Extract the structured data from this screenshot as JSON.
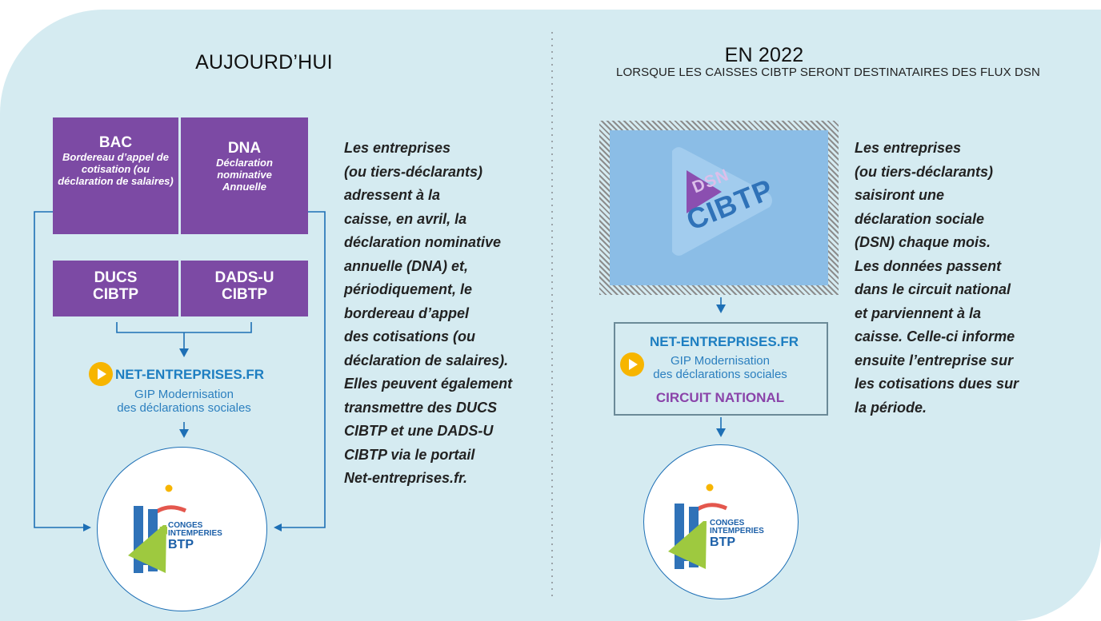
{
  "left": {
    "heading": "AUJOURD’HUI",
    "boxes": [
      {
        "title": "BAC",
        "subtitle": "Bordereau d’appel de cotisation (ou déclaration de salaires)"
      },
      {
        "title": "DNA",
        "subtitle": "Déclaration nominative Annuelle"
      },
      {
        "title": "DUCS\nCIBTP",
        "subtitle": ""
      },
      {
        "title": "DADS-U\nCIBTP",
        "subtitle": ""
      }
    ],
    "net_brand": "NET-ENTREPRISES.FR",
    "net_sub": "GIP Modernisation\ndes déclarations sociales",
    "description": "Les entreprises\n(ou tiers-déclarants)\nadressent à la\ncaisse, en avril, la\ndéclaration nominative\nannuelle (DNA) et,\npériodiquement, le\nbordereau d’appel\ndes cotisations (ou\ndéclaration de salaires).\nElles peuvent également\ntransmettre des DUCS\nCIBTP et une DADS-U\nCIBTP via le portail\nNet-entreprises.fr."
  },
  "right": {
    "heading": "EN 2022",
    "subheading": "LORSQUE LES CAISSES CIBTP SERONT DESTINATAIRES DES FLUX DSN",
    "dsn_logo_text": "DSN",
    "cibtp_logo_text": "CIBTP",
    "net_brand": "NET-ENTREPRISES.FR",
    "net_sub": "GIP Modernisation\ndes déclarations sociales",
    "circuit_label": "CIRCUIT NATIONAL",
    "description": "Les entreprises\n(ou tiers-déclarants)\nsaisiront une\ndéclaration sociale\n(DSN) chaque mois.\nLes données passent\ndans le circuit national\net parviennent à la\ncaisse. Celle-ci informe\nensuite l’entreprise sur\nles cotisations dues sur\nla période."
  },
  "logo": {
    "line1": "CONGES",
    "line2": "INTEMPERIES",
    "line3": "BTP"
  },
  "colors": {
    "panel": "#d5ebf1",
    "purple": "#7c4aa4",
    "blue": "#1d7ec1",
    "arrow": "#1d6fb5",
    "yellow": "#f7b500",
    "dsn_bg": "#8bbde6"
  }
}
